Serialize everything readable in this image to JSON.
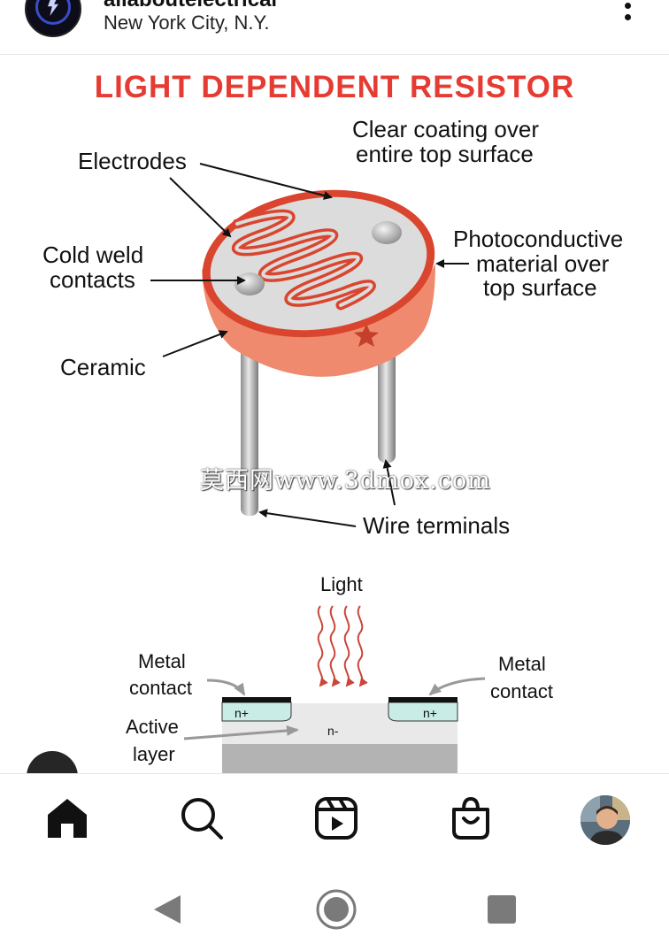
{
  "header": {
    "username": "allaboutelectrical",
    "location": "New York City, N.Y."
  },
  "post": {
    "title": "LIGHT DEPENDENT RESISTOR",
    "labels": {
      "clear_coating_1": "Clear coating over",
      "clear_coating_2": "entire top surface",
      "electrodes": "Electrodes",
      "cold_weld_1": "Cold weld",
      "cold_weld_2": "contacts",
      "photoconductive_1": "Photoconductive",
      "photoconductive_2": "material over",
      "photoconductive_3": "top surface",
      "ceramic": "Ceramic",
      "wire_terminals": "Wire terminals",
      "light": "Light",
      "metal_left_1": "Metal",
      "metal_left_2": "contact",
      "metal_right_1": "Metal",
      "metal_right_2": "contact",
      "active_1": "Active",
      "active_2": "layer",
      "n_plus_left": "n+",
      "n_plus_right": "n+",
      "n_minus": "n-"
    },
    "watermark": "莫西网www.3dmox.com"
  },
  "colors": {
    "title_red": "#e53b33",
    "ldr_body": "#e86a4e",
    "ldr_side": "#f08a6e",
    "track_red": "#d9452e",
    "n_plus": "#c9ece6",
    "active_layer": "#e9e9e9",
    "substrate": "#b3b3b3",
    "light_arrow": "#c9473a"
  },
  "icons": {
    "more": "more-vertical-icon",
    "home": "home-icon",
    "search": "search-icon",
    "reels": "reels-icon",
    "shop": "shop-bag-icon",
    "back": "back-triangle-icon",
    "home_system": "circle-home-icon",
    "recent": "square-recent-icon"
  }
}
